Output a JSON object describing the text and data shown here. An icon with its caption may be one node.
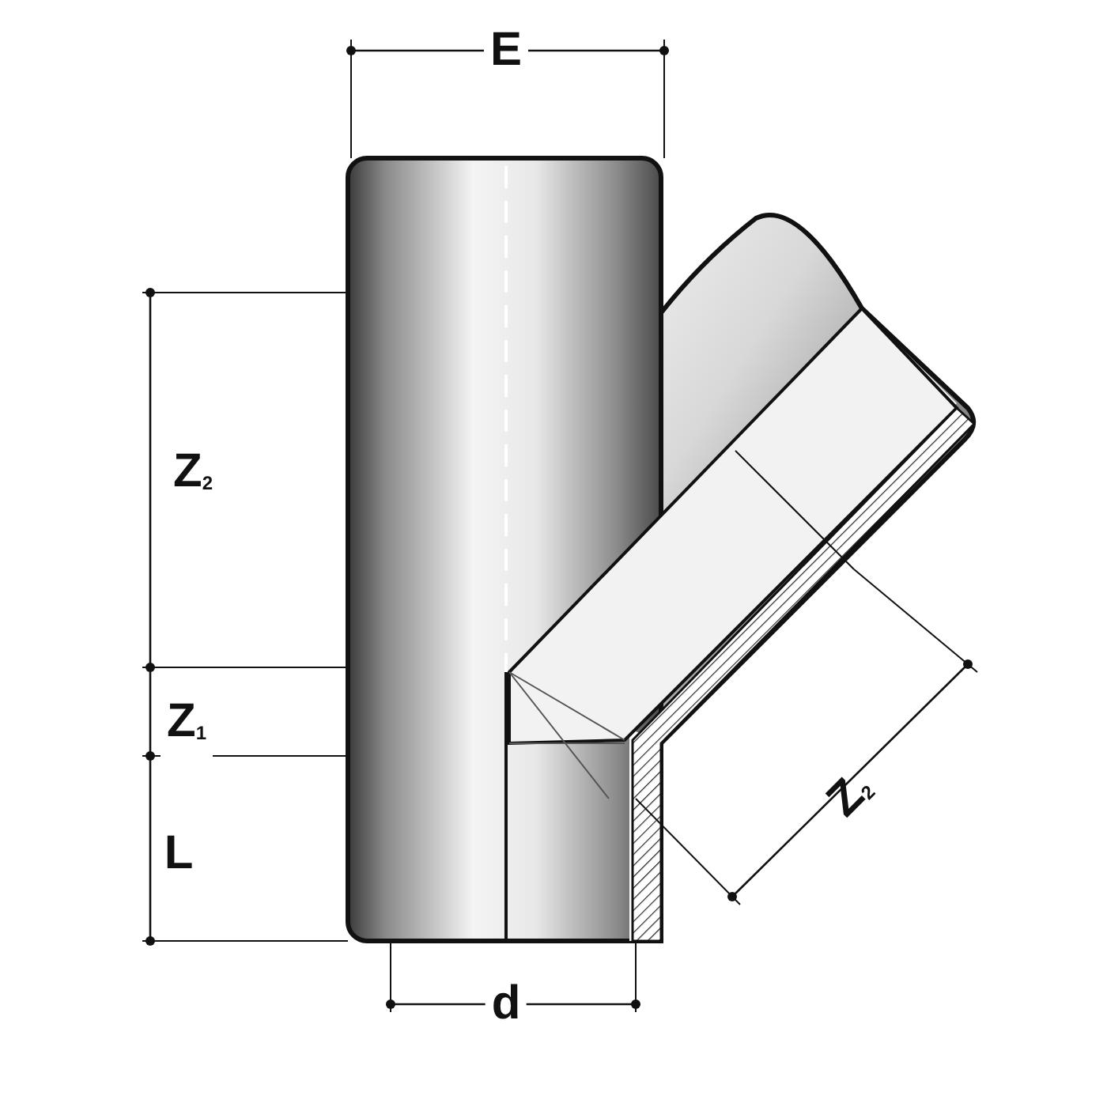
{
  "diagram": {
    "labels": [
      "E",
      "Z$_{2}$",
      "Z$_{1}$",
      "L",
      "Z$_{2}$",
      "d"
    ]
  }
}
